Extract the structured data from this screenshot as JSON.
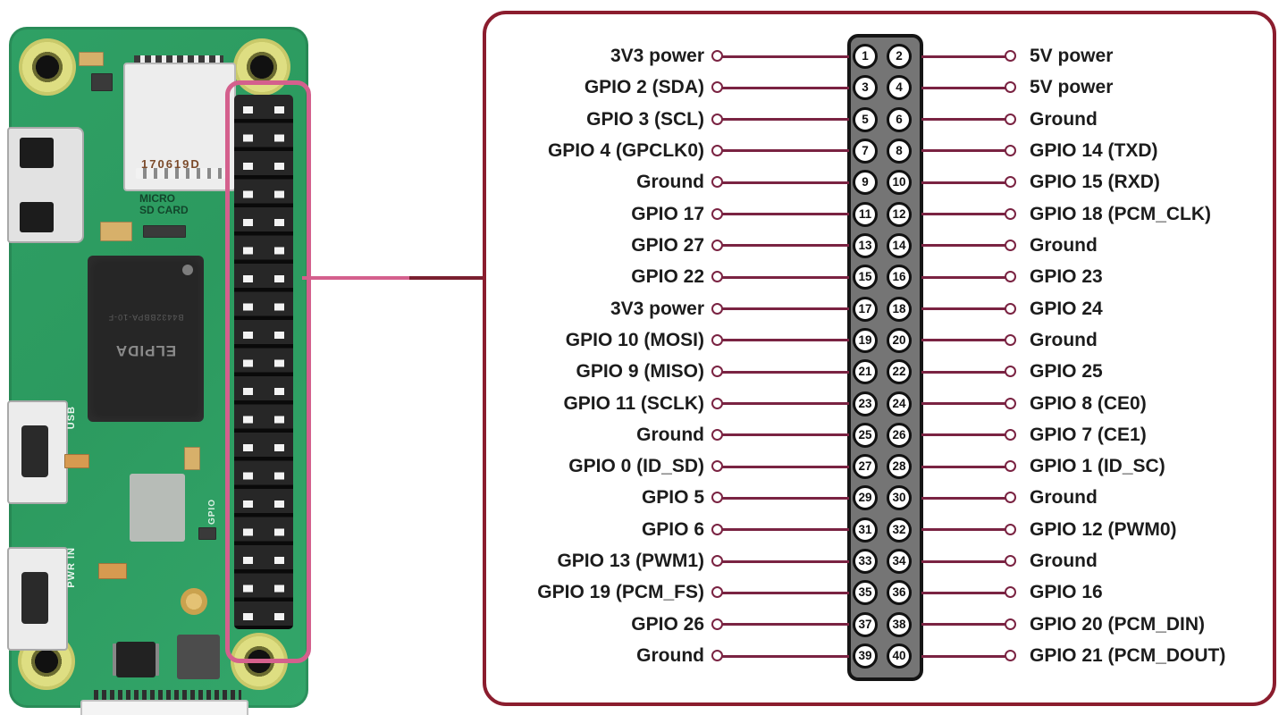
{
  "figure": {
    "subject": "Raspberry Pi Zero GPIO 40-pin header pinout",
    "colors": {
      "box_border": "#8b1d2e",
      "wire": "#7a2342",
      "highlight_pink": "#d4608d",
      "header_gray": "#757575",
      "pcb_green": "#2fa065"
    }
  },
  "board": {
    "serial": "170619D",
    "sd_label": "MICRO\nSD CARD",
    "usb_label": "USB",
    "pwr_label": "PWR IN",
    "gpio_label": "GPIO",
    "chip_label": "ELPIDA",
    "chip_code": "B4432BBPA-10-F"
  },
  "pinout": {
    "rows": [
      {
        "l_pin": "1",
        "l_label": "3V3 power",
        "r_pin": "2",
        "r_label": "5V power"
      },
      {
        "l_pin": "3",
        "l_label": "GPIO 2 (SDA)",
        "r_pin": "4",
        "r_label": "5V power"
      },
      {
        "l_pin": "5",
        "l_label": "GPIO 3 (SCL)",
        "r_pin": "6",
        "r_label": "Ground"
      },
      {
        "l_pin": "7",
        "l_label": "GPIO 4 (GPCLK0)",
        "r_pin": "8",
        "r_label": "GPIO 14 (TXD)"
      },
      {
        "l_pin": "9",
        "l_label": "Ground",
        "r_pin": "10",
        "r_label": "GPIO 15 (RXD)"
      },
      {
        "l_pin": "11",
        "l_label": "GPIO 17",
        "r_pin": "12",
        "r_label": "GPIO 18 (PCM_CLK)"
      },
      {
        "l_pin": "13",
        "l_label": "GPIO 27",
        "r_pin": "14",
        "r_label": "Ground"
      },
      {
        "l_pin": "15",
        "l_label": "GPIO 22",
        "r_pin": "16",
        "r_label": "GPIO 23"
      },
      {
        "l_pin": "17",
        "l_label": "3V3 power",
        "r_pin": "18",
        "r_label": "GPIO 24"
      },
      {
        "l_pin": "19",
        "l_label": "GPIO 10 (MOSI)",
        "r_pin": "20",
        "r_label": "Ground"
      },
      {
        "l_pin": "21",
        "l_label": "GPIO 9 (MISO)",
        "r_pin": "22",
        "r_label": "GPIO 25"
      },
      {
        "l_pin": "23",
        "l_label": "GPIO 11 (SCLK)",
        "r_pin": "24",
        "r_label": "GPIO 8 (CE0)"
      },
      {
        "l_pin": "25",
        "l_label": "Ground",
        "r_pin": "26",
        "r_label": "GPIO 7 (CE1)"
      },
      {
        "l_pin": "27",
        "l_label": "GPIO 0 (ID_SD)",
        "r_pin": "28",
        "r_label": "GPIO 1 (ID_SC)"
      },
      {
        "l_pin": "29",
        "l_label": "GPIO 5",
        "r_pin": "30",
        "r_label": "Ground"
      },
      {
        "l_pin": "31",
        "l_label": "GPIO 6",
        "r_pin": "32",
        "r_label": "GPIO 12 (PWM0)"
      },
      {
        "l_pin": "33",
        "l_label": "GPIO 13 (PWM1)",
        "r_pin": "34",
        "r_label": "Ground"
      },
      {
        "l_pin": "35",
        "l_label": "GPIO 19 (PCM_FS)",
        "r_pin": "36",
        "r_label": "GPIO 16"
      },
      {
        "l_pin": "37",
        "l_label": "GPIO 26",
        "r_pin": "38",
        "r_label": "GPIO 20 (PCM_DIN)"
      },
      {
        "l_pin": "39",
        "l_label": "Ground",
        "r_pin": "40",
        "r_label": "GPIO 21 (PCM_DOUT)"
      }
    ]
  }
}
